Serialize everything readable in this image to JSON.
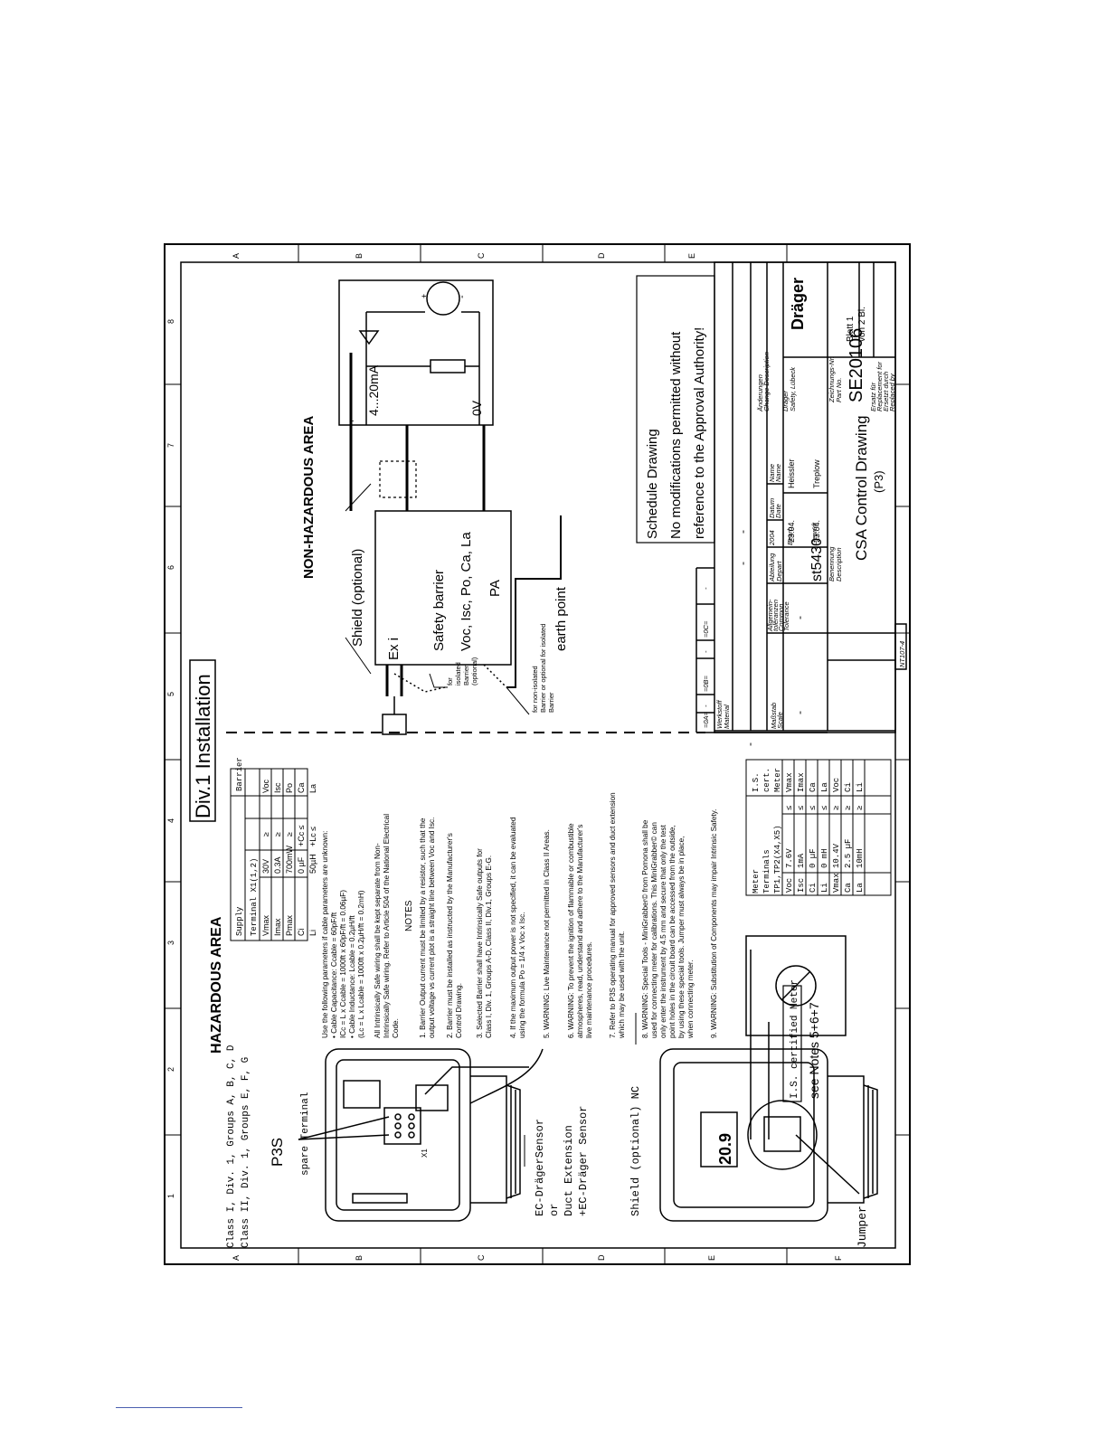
{
  "title_box": "Div.1 Installation",
  "hazardous": {
    "heading": "HAZARDOUS AREA",
    "class_line1": "Class I, Div. 1, Groups A, B, C, D",
    "class_line2": "Class II, Div. 1, Groups E, F, G",
    "p3s": "P3S",
    "spare_terminal": "spare Terminal",
    "sensor_line1": "EC-DrägerSensor",
    "sensor_line2": "or",
    "sensor_line3": "Duct Extension",
    "sensor_line4": "+EC-Dräger Sensor",
    "shield_nc": "Shield (optional) NC",
    "jumper": "Jumper",
    "display_value": "20.9",
    "x1_label": "X1",
    "is_meter": "I.S. certified Meter",
    "see_notes": "see Notes 5+6+7"
  },
  "supply_table": {
    "left_header": "Supply",
    "left_header2": "Terminal X1(1,2)",
    "right_header": "Barrier",
    "rows": [
      {
        "param": "Vmax",
        "value": "30V",
        "op": "≥",
        "barrier": "Voc"
      },
      {
        "param": "Imax",
        "value": "0.3A",
        "op": "≥",
        "barrier": "Isc"
      },
      {
        "param": "Pmax",
        "value": "700mW",
        "op": "≥",
        "barrier": "Po"
      },
      {
        "param": "Ci",
        "value": "0 µF",
        "op": "+Cc ≤",
        "barrier": "Ca"
      },
      {
        "param": "Li",
        "value": "50µH",
        "op": "+Lc ≤",
        "barrier": "La"
      }
    ]
  },
  "cable_params": {
    "line1": "Use the following parameters if cable parameters are unknown:",
    "line2": "• Cable Capacitance: Ccable = 60pF/ft",
    "line3": "ICc = L x Ccable = 1000ft x 60pF/ft = 0.06µF)",
    "line4": "• Cable Inductance: Lcable = 0.2µH/ft",
    "line5": "(Lc = L x Lcable = 1000ft x 0.2µH/ft = 0.2mH)"
  },
  "notes": {
    "intro1": "All Intrinsically Safe wiring shall be kept separate from Non-",
    "intro2": "Intrinsically Safe wiring. Refer to Article 504 of the National Electrical",
    "intro3": "Code.",
    "heading": "NOTES",
    "n1a": "1. Barrier Output current must be limited by a resistor, such that the",
    "n1b": "output voltage vs current plot is a straight line between Voc and Isc.",
    "n2a": "2. Barrier must be installed as instructed by the Manufacturer's",
    "n2b": "Control Drawing.",
    "n3a": "3. Selected Barrier shall have Intrinsically Safe outputs for",
    "n3b": "Class I, Div. 1, Groups A-D, Class II, Div.1, Groups E-G.",
    "n4a": "4. If the maximum output power is not specified, it can be evaluated",
    "n4b": "using the formula Po = 1/4 x Voc x Isc.",
    "n5": "5. WARNING: Live Maintenance not permitted in Class II Areas.",
    "n6a": "6. WARNING: To prevent the ignition of flammable or combustible",
    "n6b": "atmospheres, read, understand and adhere to the Manufacturer's",
    "n6c": "live maintenance procedures.",
    "n7a": "7. Refer to P3S operating manual for approved sensors and duct extension",
    "n7b": "which may be used with the unit.",
    "n8a": "8. WARNING: Special Tools - MiniGrabber© from Pomona shall be",
    "n8b": "used for connecting meter for calibrations. This MiniGrabber© can",
    "n8c": "only enter the instrument by 4.5 mm and secure that only the test",
    "n8d": "point holes in the circuit board can be accessed from the outside,",
    "n8e": "by using these special tools. Jumper must always be in place,",
    "n8f": "when connecting meter.",
    "n9": "9. WARNING: Substitution of Components may impair Intrinsic Safety."
  },
  "meter_table": {
    "h1": "Meter",
    "h2": "Terminals",
    "h3": "TP1,TP2(X4,X5)",
    "hr1": "I.S.",
    "hr2": "cert.",
    "hr3": "Meter",
    "rows": [
      {
        "param": "Voc",
        "value": "7.6V",
        "op": "≤",
        "meter": "Vmax"
      },
      {
        "param": "Isc",
        "value": "1mA",
        "op": "≤",
        "meter": "Imax"
      },
      {
        "param": "Ci",
        "value": "0 µF",
        "op": "≤",
        "meter": "Ca"
      },
      {
        "param": "Li",
        "value": "0 mH",
        "op": "≤",
        "meter": "La"
      },
      {
        "param": "Vmax",
        "value": "10.4V",
        "op": "≥",
        "meter": "Voc"
      },
      {
        "param": "Ca",
        "value": "2.5 µF",
        "op": "≥",
        "meter": "Ci"
      },
      {
        "param": "La",
        "value": "10mH",
        "op": "≥",
        "meter": "Li"
      }
    ]
  },
  "nonhazardous": {
    "heading": "NON-HAZARDOUS AREA",
    "shield": "Shield (optional)",
    "ex_i": "Ex i",
    "safety_barrier": "Safety barrier",
    "barrier_params": "Voc, Isc, Po, Ca, La",
    "pa": "PA",
    "for_isolated1": "for",
    "for_isolated2": "isolated",
    "for_isolated3": "Barrier",
    "for_isolated4": "(optional)",
    "nonisolated1": "for non-isolated",
    "nonisolated2": "Barrier or optional for isolated",
    "nonisolated3": "Barrier",
    "earth_point": "earth point",
    "current": "4...20mA",
    "zero_v": "0V",
    "plus": "+",
    "minus": "-"
  },
  "schedule": {
    "line1": "Schedule Drawing",
    "line2": "No modifications permitted without",
    "line3": "reference to the Approval Authority!"
  },
  "title_block": {
    "rev_a": "=0A=",
    "rev_b": "=0B=",
    "rev_c": "=0C=",
    "dash": "-",
    "werkstoff": "Werkstoff",
    "material": "Material",
    "massstab": "Maßstab",
    "scale": "Scale",
    "allg1": "Allgemein-",
    "allg2": "toleranzen",
    "allg3": "Common",
    "allg4": "Tolerance",
    "abt": "Abteilung",
    "depart": "Depart",
    "dept_value": "st5430",
    "benennung": "Benennung",
    "description": "Description",
    "drawing_title": "CSA Control Drawing",
    "drawing_sub": "(P3)",
    "nt": "NT107-4",
    "year": "2004",
    "date1": "23.04.",
    "date2": "23.04.",
    "name1": "Heissler",
    "name2": "Treplow",
    "bearb": "Bearb",
    "gepr": "Geprüft",
    "datum": "Datum",
    "date_en": "Date",
    "name_de": "Name",
    "name_en": "Name",
    "aend1": "Änderungen",
    "aend2": "Change Description",
    "company1": "Dräger",
    "company2": "Safety, Lübeck",
    "partno_de": "Zeichnungs-Nr.",
    "partno_en": "Part No.",
    "partno": "SE20106",
    "sheet1": "Blatt 1",
    "sheet2": "von 2 Bl.",
    "ersatz1": "Ersatz für",
    "ersatz2": "Replacement for",
    "ersatz3": "Ersetzt durch",
    "ersatz4": "Replaced by",
    "logo": "Dräger"
  },
  "frame": {
    "cols": [
      "1",
      "2",
      "3",
      "4",
      "5",
      "6",
      "7",
      "8"
    ],
    "rows": [
      "A",
      "B",
      "C",
      "D",
      "E",
      "F"
    ]
  }
}
